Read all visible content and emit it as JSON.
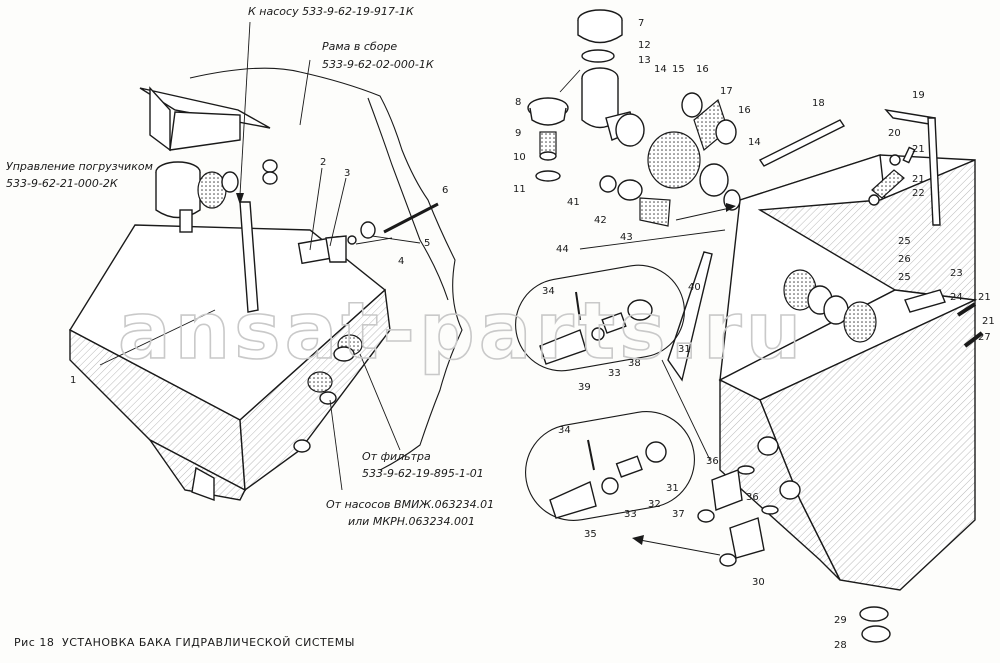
{
  "labels": {
    "to_pump": "К насосу 533-9-62-19-917-1К",
    "frame_title": "Рама в сборе",
    "frame_code": "533-9-62-02-000-1К",
    "loader_title": "Управление погрузчиком",
    "loader_code": "533-9-62-21-000-2К",
    "from_filter_title": "От фильтра",
    "from_filter_code": "533-9-62-19-895-1-01",
    "from_pumps_title": "От насосов ВМИЖ.063234.01",
    "from_pumps_code": "или МКРН.063234.001"
  },
  "caption": {
    "prefix": "Рис 18",
    "title": "УСТАНОВКА БАКА ГИДРАВЛИЧЕСКОЙ СИСТЕМЫ"
  },
  "watermark": "ansat-parts.ru",
  "callouts": [
    "1",
    "2",
    "3",
    "4",
    "5",
    "6",
    "7",
    "8",
    "9",
    "10",
    "11",
    "12",
    "13",
    "14",
    "14",
    "15",
    "16",
    "16",
    "17",
    "18",
    "19",
    "20",
    "21",
    "21",
    "21",
    "21",
    "22",
    "23",
    "24",
    "25",
    "25",
    "26",
    "27",
    "28",
    "29",
    "30",
    "31",
    "31",
    "32",
    "33",
    "33",
    "34",
    "34",
    "35",
    "36",
    "36",
    "37",
    "38",
    "39",
    "40",
    "41",
    "42",
    "43",
    "44"
  ]
}
